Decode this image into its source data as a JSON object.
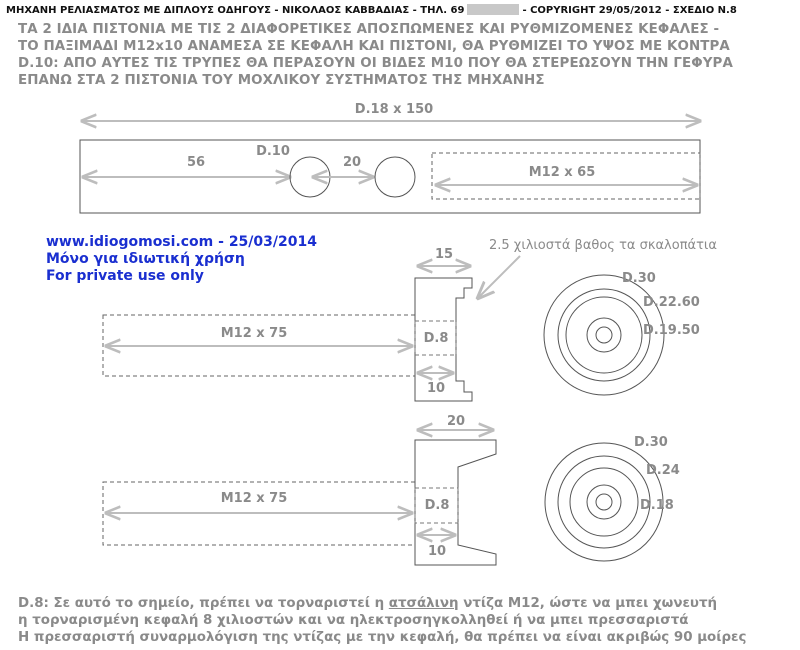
{
  "header": {
    "left": "ΜΗΧΑΝΗ ΡΕΛΙΑΣΜΑΤΟΣ ΜΕ ΔΙΠΛΟΥΣ ΟΔΗΓΟΥΣ - ΝΙΚΟΛΑΟΣ ΚΑΒΒΑΔΙΑΣ - ΤΗΛ. 69",
    "right": "- COPYRIGHT 29/05/2012 -  ΣΧΕΔΙΟ Ν.8"
  },
  "intro_lines": [
    "ΤΑ 2 ΙΔΙΑ ΠΙΣΤΟΝΙΑ ΜΕ ΤΙΣ 2 ΔΙΑΦΟΡΕΤΙΚΕΣ ΑΠΟΣΠΩΜΕΝΕΣ ΚΑΙ ΡΥΘΜΙΖΟΜΕΝΕΣ ΚΕΦΑΛΕΣ -",
    "ΤΟ ΠΑΞΙΜΑΔΙ Μ12x10 ΑΝΑΜΕΣΑ ΣΕ ΚΕΦΑΛΗ ΚΑΙ ΠΙΣΤΟΝΙ, ΘΑ ΡΥΘΜΙΖΕΙ ΤΟ ΥΨΟΣ ΜΕ ΚΟΝΤΡΑ",
    "D.10: ΑΠΟ ΑΥΤΕΣ ΤΙΣ ΤΡΥΠΕΣ ΘΑ ΠΕΡΑΣΟΥΝ ΟΙ ΒΙΔΕΣ Μ10 ΠΟΥ ΘΑ ΣΤΕΡΕΩΣΟΥΝ ΤΗΝ ΓΕΦΥΡΑ",
    "ΕΠΑΝΩ ΣΤΑ 2 ΠΙΣΤΟΝΙΑ ΤΟΥ ΜΟΧΛΙΚΟΥ ΣΥΣΤΗΜΑΤΟΣ ΤΗΣ ΜΗΧΑΝΗΣ"
  ],
  "bar_drawing": {
    "overall": "D.18 x 150",
    "offset": "56",
    "hole": "D.10",
    "spacing": "20",
    "thread": "M12 x 65"
  },
  "site": {
    "line1": "www.idiogomosi.com - 25/03/2014",
    "line2": "Μόνο για ιδιωτική χρήση",
    "line3": "For private use only"
  },
  "step_note": "2.5 χιλιοστά βαθος τα σκαλοπάτια",
  "head_1": {
    "width": "15",
    "rod": "M12 x 75",
    "bore": "D.8",
    "depth": "10",
    "d_outer": "D.30",
    "d_mid": "D.22.60",
    "d_inner": "D.19.50"
  },
  "head_2": {
    "width": "20",
    "rod": "M12 x 75",
    "bore": "D.8",
    "depth": "10",
    "d_outer": "D.30",
    "d_mid": "D.24",
    "d_inner": "D.18"
  },
  "footer": {
    "line1_pre": "D.8: Σε αυτό το σημείο, πρέπει να τορναριστεί η ",
    "line1_underlined": "ατσάλινη",
    "line1_post": " ντίζα M12, ώστε να μπει χωνευτή",
    "line2": "η τορναρισμένη κεφαλή 8 χιλιοστών και να ηλεκτροσηγκολληθεί ή να μπει πρεσσαριστά",
    "line3": "Η πρεσσαριστή συναρμολόγιση της ντίζας με την κεφαλή, θα πρέπει να είναι ακριβώς 90 μοίρες"
  },
  "colors": {
    "line": "#8a8a8a",
    "dim": "#bdbdbd",
    "blue": "#1a2fd0"
  }
}
